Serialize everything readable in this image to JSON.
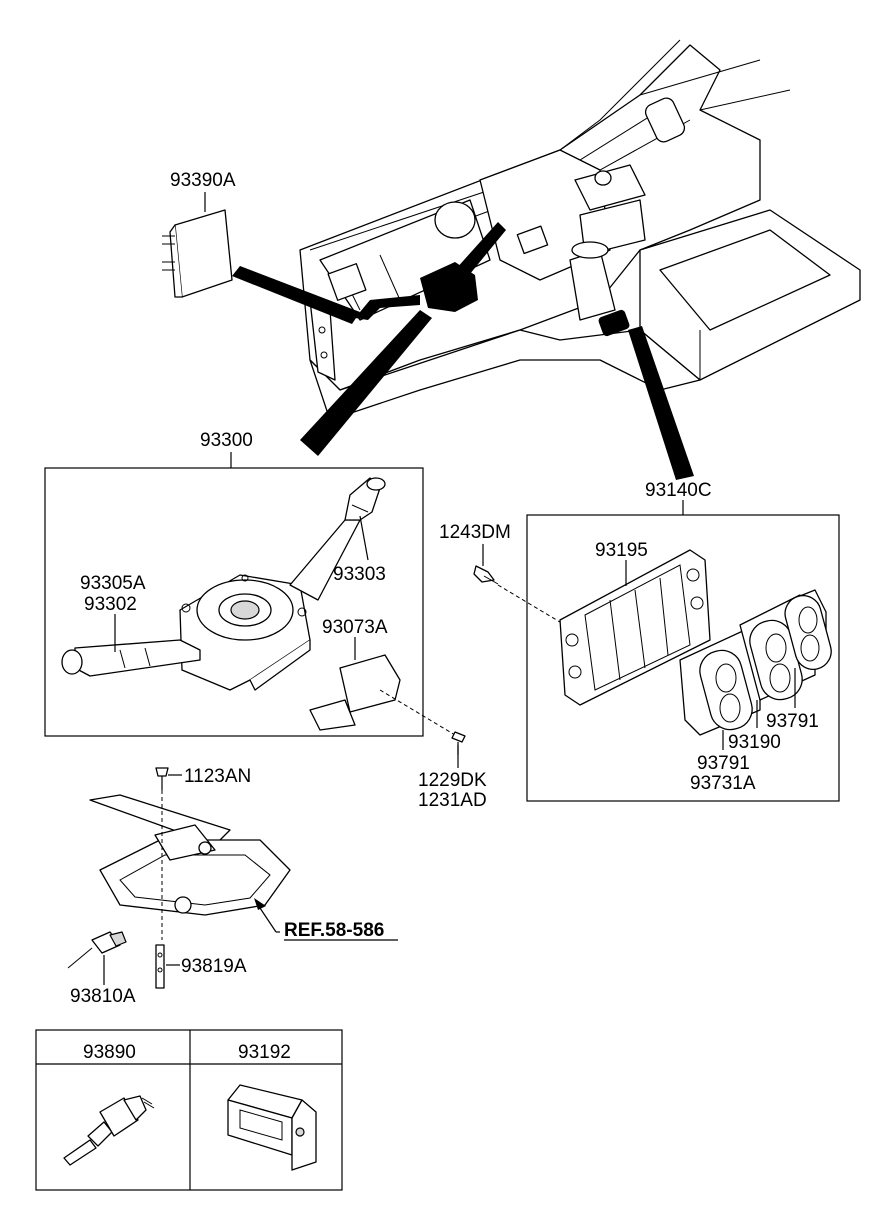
{
  "labels": {
    "p93390A": "93390A",
    "p93300": "93300",
    "p93140C": "93140C",
    "p93303": "93303",
    "p93305A": "93305A",
    "p93302": "93302",
    "p93073A": "93073A",
    "p1243DM": "1243DM",
    "p93195": "93195",
    "p93791a": "93791",
    "p93190": "93190",
    "p93791b": "93791",
    "p93731A": "93731A",
    "p1229DK": "1229DK",
    "p1231AD": "1231AD",
    "p1123AN": "1123AN",
    "ref": "REF.58-586",
    "p93819A": "93819A",
    "p93810A": "93810A",
    "p93890": "93890",
    "p93192": "93192"
  }
}
